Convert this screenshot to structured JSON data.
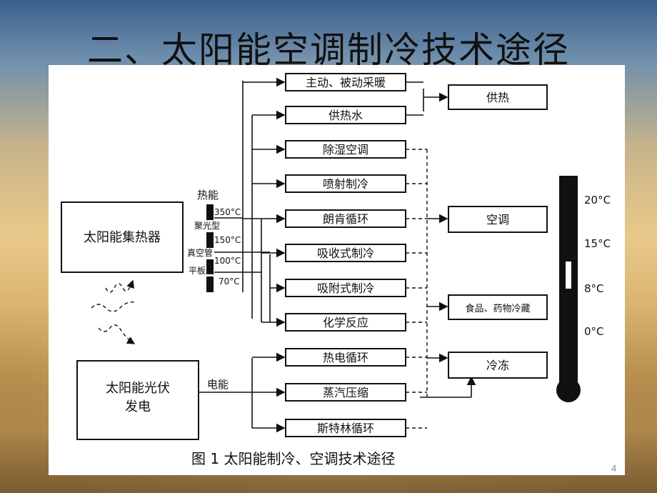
{
  "slide": {
    "title": "二、太阳能空调制冷技术途径",
    "page_number": "4"
  },
  "diagram": {
    "sources": {
      "thermal": "太阳能集热器",
      "pv_line1": "太阳能光伏",
      "pv_line2": "发电"
    },
    "collector_labels": {
      "heat": "热能",
      "t350": "350°C",
      "concentrating": "聚光型",
      "t150": "150°C",
      "vacuum_tube": "真空管",
      "t100": "100°C",
      "flat_plate": "平板型",
      "t70": "70°C",
      "electric": "电能"
    },
    "methods": [
      "主动、被动采暖",
      "供热水",
      "除湿空调",
      "喷射制冷",
      "朗肯循环",
      "吸收式制冷",
      "吸附式制冷",
      "化学反应",
      "热电循环",
      "蒸汽压缩",
      "斯特林循环"
    ],
    "outputs": [
      "供热",
      "空调",
      "食品、药物冷藏",
      "冷冻"
    ],
    "thermometer": {
      "ticks": [
        "20°C",
        "15°C",
        "8°C",
        "0°C"
      ]
    },
    "caption": "图 1    太阳能制冷、空调技术途径"
  }
}
